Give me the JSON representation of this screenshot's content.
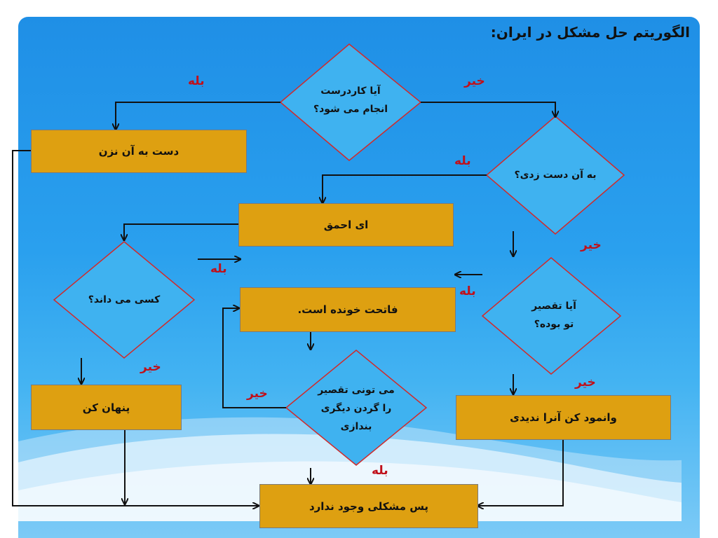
{
  "title": "الگوریتم حل مشکل در ایران:",
  "decisions": {
    "work_ok": [
      "آیا کاردرست",
      "انجام می شود؟"
    ],
    "touched": [
      "به آن دست زدی؟"
    ],
    "anyone_knows": [
      "کسی می داند؟"
    ],
    "your_fault": [
      "آیا تقصیر",
      "تو بوده؟"
    ],
    "blame_other": [
      "می تونی تقصیر",
      "را گردن دیگری",
      "بندازی"
    ]
  },
  "boxes": {
    "dont_touch": "دست به آن نزن",
    "fool": "ای احمق",
    "doomed": "فاتحت خونده است.",
    "hide": "پنهان کن",
    "pretend": "وانمود کن آنرا ندیدی",
    "no_problem": "پس مشکلی وجود ندارد"
  },
  "labels": {
    "yes": "بله",
    "no": "خیر"
  }
}
